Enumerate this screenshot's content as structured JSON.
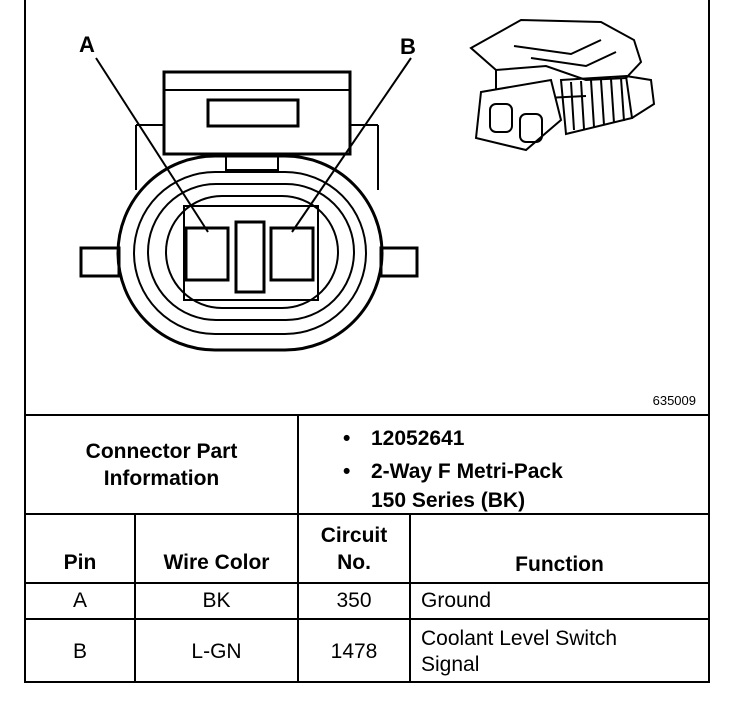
{
  "diagram": {
    "callout_a": "A",
    "callout_b": "B",
    "figure_id": "635009"
  },
  "connector_info": {
    "label_line1": "Connector Part",
    "label_line2": "Information",
    "items": [
      {
        "bullet": "•",
        "line1": "12052641",
        "line2": ""
      },
      {
        "bullet": "•",
        "line1": "2-Way F Metri-Pack",
        "line2": "150 Series (BK)"
      }
    ]
  },
  "table": {
    "headers": {
      "pin": "Pin",
      "wire_color": "Wire Color",
      "circuit_line1": "Circuit",
      "circuit_line2": "No.",
      "function": "Function"
    },
    "rows": [
      {
        "pin": "A",
        "wire_color": "BK",
        "circuit": "350",
        "function_line1": "Ground",
        "function_line2": ""
      },
      {
        "pin": "B",
        "wire_color": "L-GN",
        "circuit": "1478",
        "function_line1": "Coolant Level Switch",
        "function_line2": "Signal"
      }
    ]
  }
}
